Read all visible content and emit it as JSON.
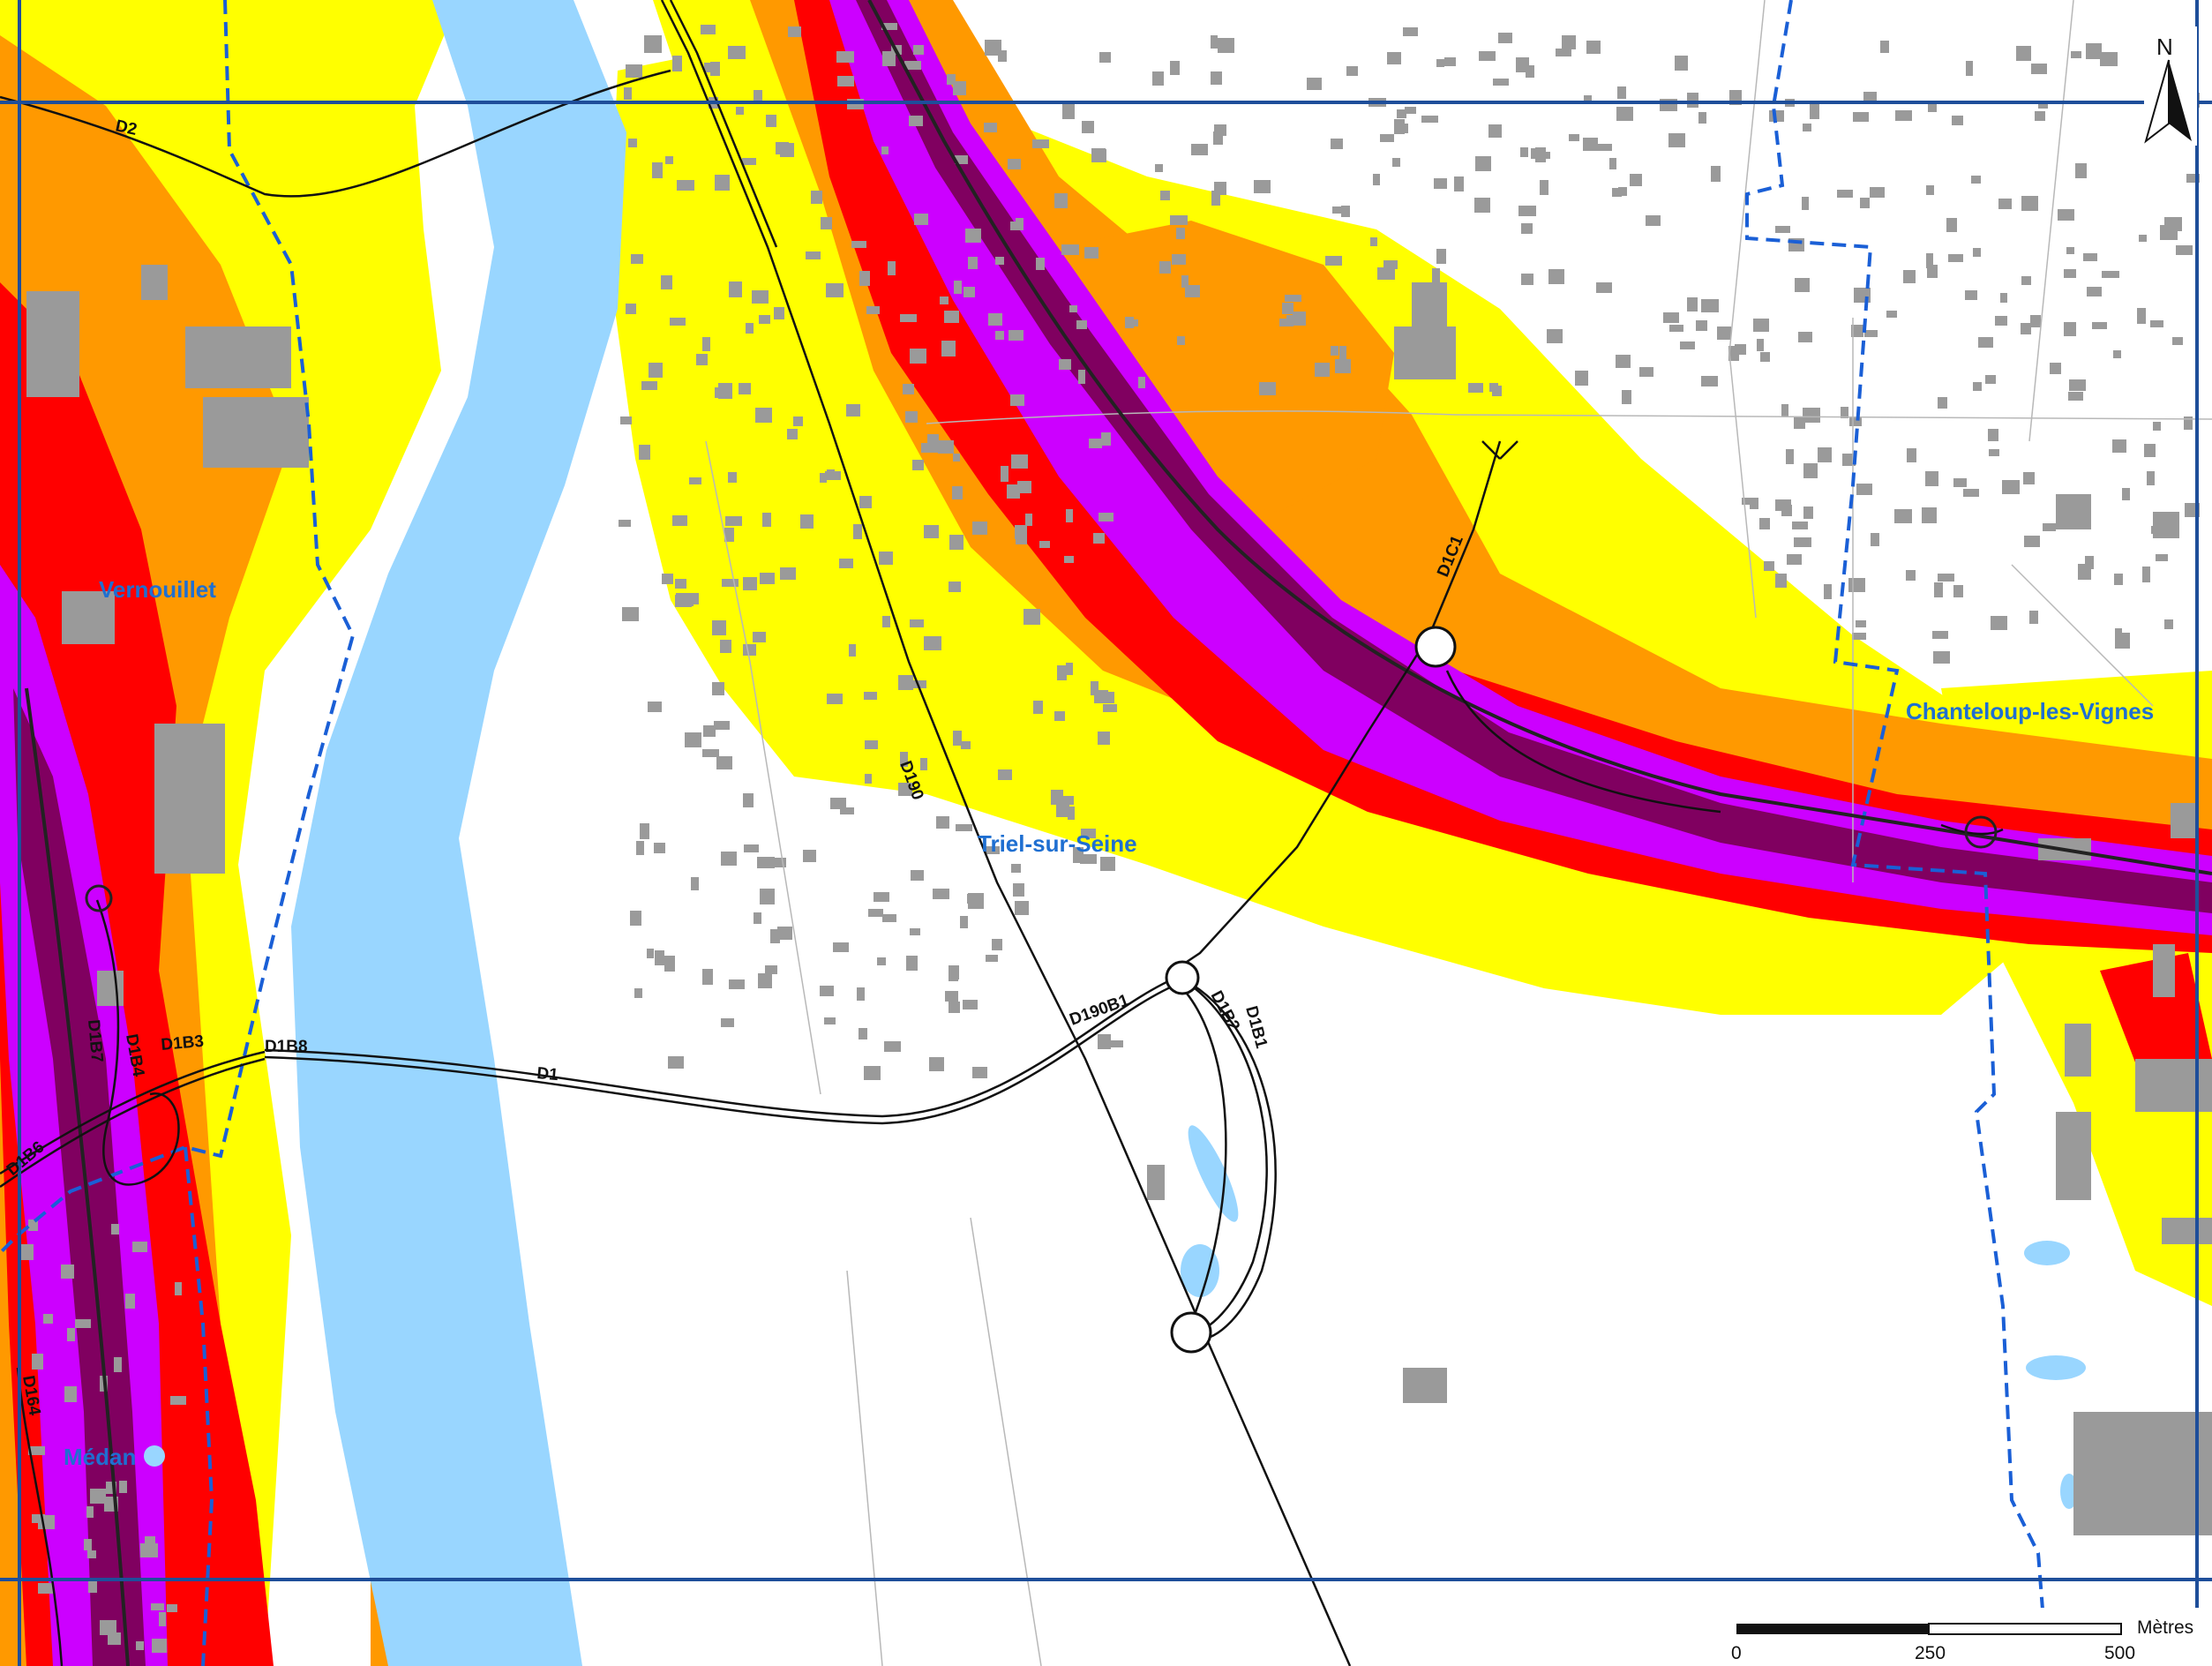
{
  "towns": {
    "vernouillet": "Vernouillet",
    "triel": "Triel-sur-Seine",
    "chanteloup": "Chanteloup-les-Vignes",
    "medan": "Médan"
  },
  "roads": {
    "d2": "D2",
    "d190": "D190",
    "d1c1": "D1C1",
    "d190b1": "D190B1",
    "d1b2": "D1B2",
    "d1b1": "D1B1",
    "d1": "D1",
    "d1b3": "D1B3",
    "d1b8": "D1B8",
    "d1b7": "D1B7",
    "d1b4": "D1B4",
    "d1b6": "D1B6",
    "d164": "D164"
  },
  "north_arrow": {
    "label": "N"
  },
  "scale_bar": {
    "unit": "Mètres",
    "ticks": [
      "0",
      "250",
      "500"
    ]
  },
  "colors": {
    "zone_1": "#ffff00",
    "zone_2": "#ff9900",
    "zone_3": "#ff0000",
    "zone_4": "#cc00ff",
    "zone_5": "#800060",
    "river": "#99d6ff",
    "buildings": "#9a9a9a",
    "commune_boundary": "#1a5fd6",
    "frame_line": "#1e4e9a"
  }
}
